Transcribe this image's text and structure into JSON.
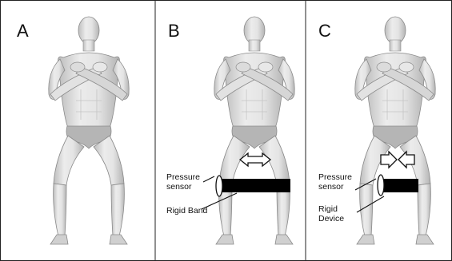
{
  "panels": [
    {
      "letter": "A"
    },
    {
      "letter": "B",
      "labels": {
        "sensor_line1": "Pressure",
        "sensor_line2": "sensor",
        "band": "Rigid Band"
      }
    },
    {
      "letter": "C",
      "labels": {
        "sensor_line1": "Pressure",
        "sensor_line2": "sensor",
        "device_line1": "Rigid",
        "device_line2": "Device"
      }
    }
  ],
  "colors": {
    "border": "#222222",
    "body_fill": "#d9d9d9",
    "body_stroke": "#8a8a8a",
    "shorts": "#b5b5b5",
    "band": "#000000"
  },
  "icons": [
    "human-figure-icon",
    "double-arrow-outward-icon",
    "double-arrow-inward-icon",
    "pressure-sensor-icon"
  ]
}
